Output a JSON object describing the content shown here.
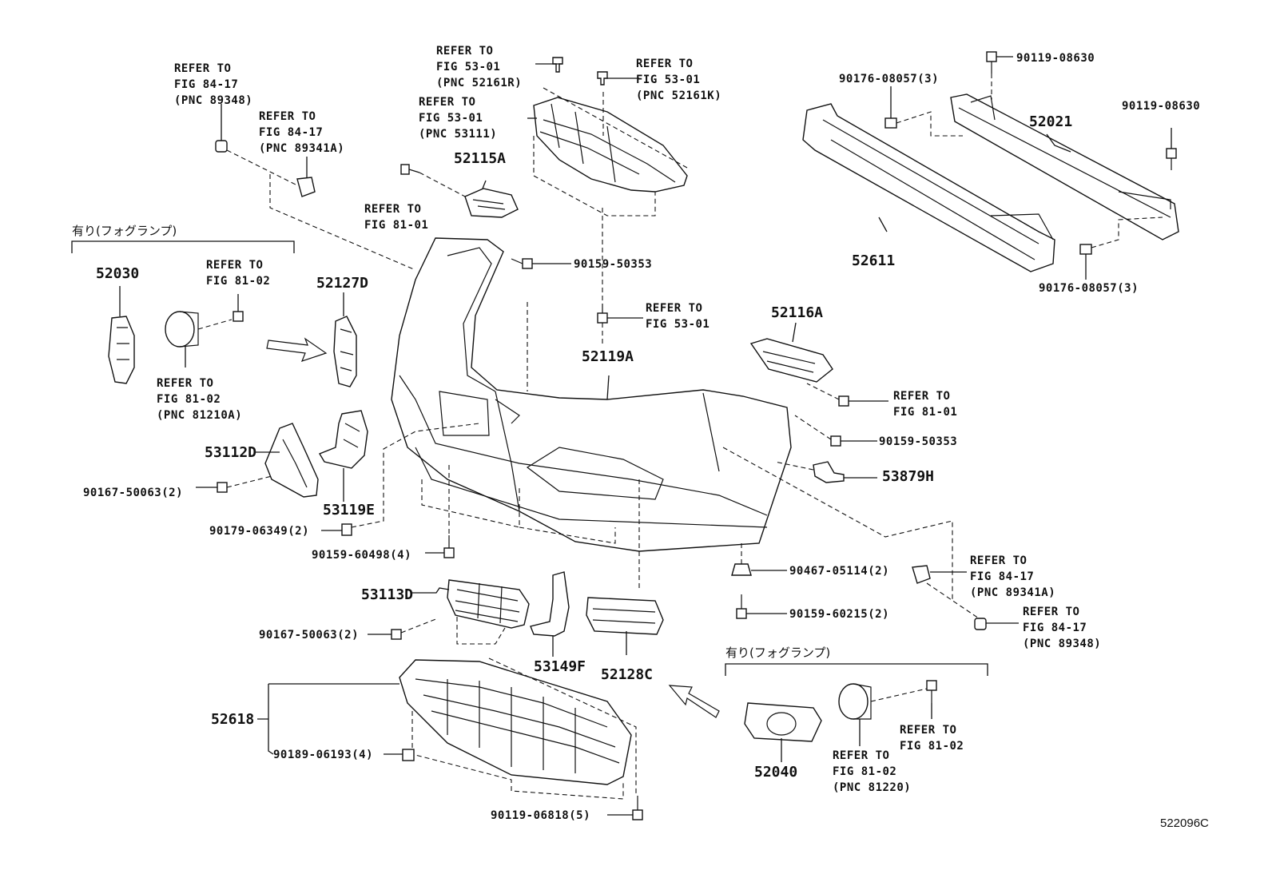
{
  "catalog_number": "522096C",
  "fog_group_label": "有り(フォグランプ)",
  "part_numbers": {
    "p52030": "52030",
    "p52127D": "52127D",
    "p52115A": "52115A",
    "p52021": "52021",
    "p52611": "52611",
    "p52116A": "52116A",
    "p52119A": "52119A",
    "p53112D": "53112D",
    "p53119E": "53119E",
    "p53879H": "53879H",
    "p53113D": "53113D",
    "p53149F": "53149F",
    "p52128C": "52128C",
    "p52618": "52618",
    "p52040": "52040"
  },
  "fasteners": {
    "f90119_08630_a": "90119-08630",
    "f90119_08630_b": "90119-08630",
    "f90176_08057_a": "90176-08057(3)",
    "f90176_08057_b": "90176-08057(3)",
    "f90159_50353_a": "90159-50353",
    "f90159_50353_b": "90159-50353",
    "f90167_50063_a": "90167-50063(2)",
    "f90167_50063_b": "90167-50063(2)",
    "f90179_06349": "90179-06349(2)",
    "f90159_60498": "90159-60498(4)",
    "f90467_05114": "90467-05114(2)",
    "f90159_60215": "90159-60215(2)",
    "f90189_06193": "90189-06193(4)",
    "f90119_06818": "90119-06818(5)"
  },
  "references": {
    "r_fig8417_89348_a": "REFER TO\nFIG 84-17\n(PNC 89348)",
    "r_fig8417_89341A_a": "REFER TO\nFIG 84-17\n(PNC 89341A)",
    "r_fig5301_52161R": "REFER TO\nFIG 53-01\n(PNC 52161R)",
    "r_fig5301_52161K": "REFER TO\nFIG 53-01\n(PNC 52161K)",
    "r_fig5301_53111": "REFER TO\nFIG 53-01\n(PNC 53111)",
    "r_fig8101_a": "REFER TO\nFIG 81-01",
    "r_fig8102_a": "REFER TO\nFIG 81-02",
    "r_fig8102_81210A": "REFER TO\nFIG 81-02\n(PNC 81210A)",
    "r_fig5301_b": "REFER TO\nFIG 53-01",
    "r_fig8101_b": "REFER TO\nFIG 81-01",
    "r_fig8417_89341A_b": "REFER TO\nFIG 84-17\n(PNC 89341A)",
    "r_fig8417_89348_b": "REFER TO\nFIG 84-17\n(PNC 89348)",
    "r_fig8102_b": "REFER TO\nFIG 81-02",
    "r_fig8102_81220": "REFER TO\nFIG 81-02\n(PNC 81220)"
  }
}
